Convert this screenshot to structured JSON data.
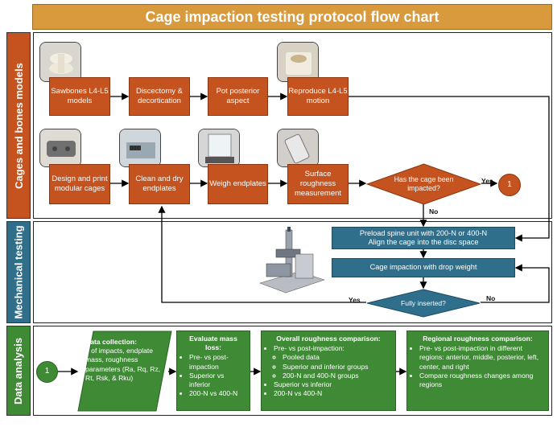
{
  "title": "Cage impaction testing protocol flow chart",
  "sections": {
    "cages": "Cages and bones models",
    "mechanical": "Mechanical testing",
    "analysis": "Data analysis"
  },
  "row1": {
    "box1": "Sawbones L4-L5 models",
    "box2": "Discectomy & decortication",
    "box3": "Pot posterior aspect",
    "box4": "Reproduce L4-L5 motion"
  },
  "row2": {
    "box1": "Design and print modular cages",
    "box2": "Clean and dry endplates",
    "box3": "Weigh endplates",
    "box4": "Surface roughness measurement",
    "decision": "Has the cage been impacted?",
    "yes": "Yes",
    "no": "No",
    "connector": "1"
  },
  "mechanical": {
    "preload_line1": "Preload spine unit with 200-N or 400-N",
    "preload_line2": "Align the cage into the disc space",
    "impaction": "Cage impaction with drop weight",
    "decision": "Fully inserted?",
    "yes": "Yes",
    "no": "No"
  },
  "analysis": {
    "connector": "1",
    "collection_title": "Data collection:",
    "collection_body": "# of impacts, endplate mass, roughness parameters (Ra, Rq, Rz, Rt, Rsk, & Rku)",
    "mass_title": "Evaluate mass loss:",
    "mass_items": [
      "Pre- vs post-impaction",
      "Superior vs inferior",
      "200-N vs 400-N"
    ],
    "overall_title": "Overall roughness comparison:",
    "overall_item1": "Pre- vs post-impaction:",
    "overall_sub": [
      "Pooled data",
      "Superior and inferior groups",
      "200-N and 400-N groups"
    ],
    "overall_item2": "Superior vs inferior",
    "overall_item3": "200-N vs 400-N",
    "regional_title": "Regional roughness comparison:",
    "regional_items": [
      "Pre- vs post-impaction in different regions: anterior, middle, posterior, left, center, and right",
      "Compare roughness changes among regions"
    ]
  },
  "colors": {
    "title": "#d89a3c",
    "orange": "#c4531f",
    "teal": "#2f6f8b",
    "green": "#3f8a35"
  },
  "icons": [
    "spine-model-photo",
    "cage-photo",
    "cleaner-photo",
    "scale-photo",
    "profilometer-photo",
    "potted-model-photo",
    "test-rig-render"
  ]
}
